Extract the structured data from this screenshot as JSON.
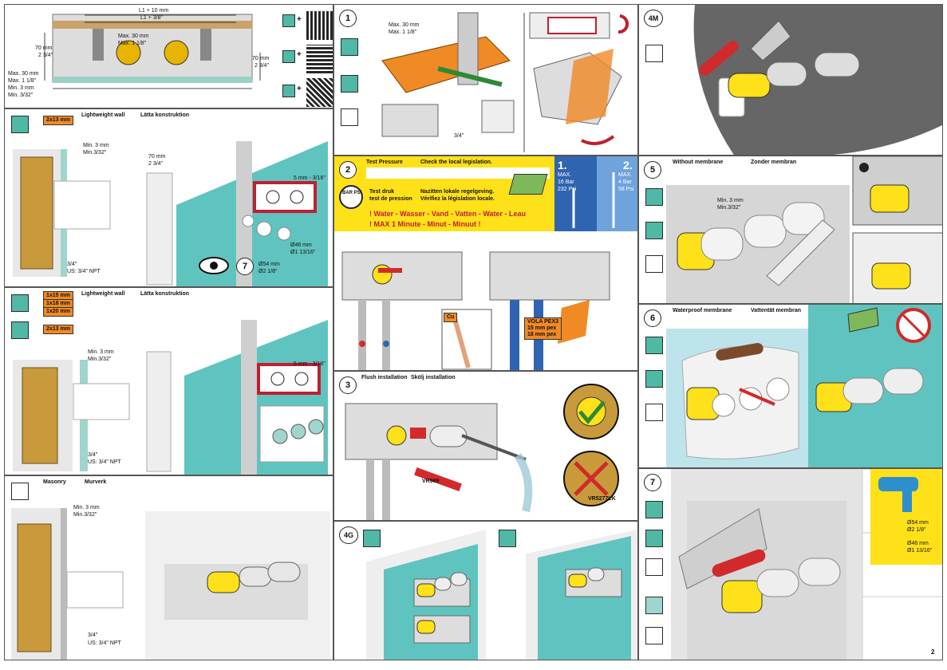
{
  "page_number": "2",
  "panel_top_left": {
    "dims": [
      "L1 + 10 mm",
      "L1 + 3/8\"",
      "Max. 30 mm",
      "Max. 1 1/8\"",
      "70 mm",
      "2 3/4\"",
      "70 mm",
      "2 3/4\"",
      "Max. 30 mm",
      "Max. 1 1/8\"",
      "Min. 3 mm",
      "Min. 3/32\""
    ]
  },
  "panel_lightweight_1": {
    "tag": "2x13 mm",
    "title_en": "Lightweight wall",
    "title_sv": "Lätta konstruktion",
    "min_mm": "Min. 3 mm",
    "min_in": "Min.3/32\"",
    "depth_mm": "70 mm",
    "depth_in": "2 3/4\"",
    "gap": "5 mm - 3/16\"",
    "hole_a_mm": "Ø46 mm",
    "hole_a_in": "Ø1 13/16\"",
    "hole_b_mm": "Ø54 mm",
    "hole_b_in": "Ø2 1/8\"",
    "step": "7",
    "thread": "3/4\"",
    "thread_us": "US: 3/4\" NPT"
  },
  "panel_lightweight_2": {
    "tags": [
      "1x15 mm",
      "1x18 mm",
      "1x20 mm"
    ],
    "tag2": "2x13 mm",
    "title_en": "Lightweight wall",
    "title_sv": "Lätta konstruktion",
    "min_mm": "Min. 3 mm",
    "min_in": "Min.3/32\"",
    "gap": "5 mm - 3/16\"",
    "thread": "3/4\"",
    "thread_us": "US: 3/4\" NPT"
  },
  "panel_masonry": {
    "title_en": "Masonry",
    "title_sv": "Murverk",
    "min_mm": "Min. 3 mm",
    "min_in": "Min.3/32\"",
    "thread": "3/4\"",
    "thread_us": "US: 3/4\" NPT"
  },
  "panel_1": {
    "step": "1",
    "max_mm": "Max. 30 mm",
    "max_in": "Max. 1 1/8\"",
    "thread": "3/4\""
  },
  "panel_2": {
    "step": "2",
    "test_en": "Test Pressure",
    "check_en": "Check the local legislation.",
    "test_de": "Test druk",
    "test_fr": "test de pression",
    "check_nl": "Nazitten lokale regelgeving.",
    "check_fr": "Vérifiez la législation locale.",
    "gauge": "BAR PSI",
    "water": "! Water - Wasser - Vand - Vatten - Water - Leau",
    "max_min": "! MAX 1 Minute - Minut - Minuut !",
    "box1_num": "1.",
    "box1_max": "MAX.",
    "box1_bar": "16 Bar",
    "box1_psi": "232 Psi",
    "box2_num": "2.",
    "box2_max": "MAX.",
    "box2_bar": "4 Bar",
    "box2_psi": "58 Psi",
    "cu": "Cu",
    "pex_title": "VOLA PEX3",
    "pex_a": "15 mm pex",
    "pex_b": "18 mm pex"
  },
  "panel_3": {
    "step": "3",
    "title_en": "Flush installation",
    "title_sv": "Skölj installation",
    "part_a": "VR969",
    "part_b": "VR5277LK"
  },
  "panel_4g": {
    "step": "4G"
  },
  "panel_4m": {
    "step": "4M"
  },
  "panel_5": {
    "step": "5",
    "title_en": "Without membrane",
    "title_nl": "Zonder membran",
    "min_mm": "Min. 3 mm",
    "min_in": "Min.3/32\""
  },
  "panel_6": {
    "step": "6",
    "title_en": "Waterproof membrane",
    "title_sv": "Vattentät membran"
  },
  "panel_7": {
    "step": "7",
    "hole_a_mm": "Ø54 mm",
    "hole_a_in": "Ø2 1/8\"",
    "hole_b_mm": "Ø46 mm",
    "hole_b_in": "Ø1 13/16\""
  },
  "colors": {
    "tile_green": "#4fb9a6",
    "wall_teal": "#5fc4bf",
    "orange": "#f08a24",
    "yellow": "#ffe11a",
    "blue": "#2f64b0",
    "red": "#d22a2a",
    "brass": "#c99a3c"
  }
}
